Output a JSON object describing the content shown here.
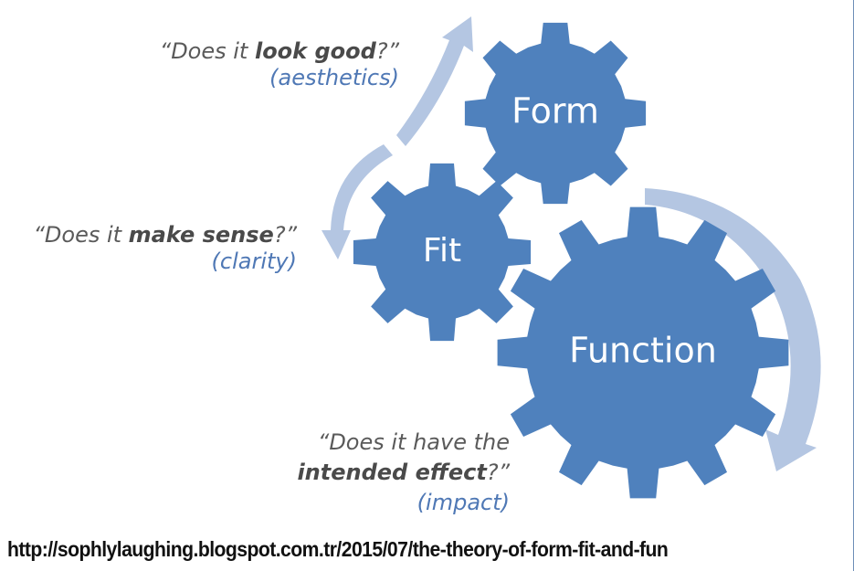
{
  "colors": {
    "gear_fill": "#4f81bd",
    "arrow_fill": "#b4c6e2",
    "question_text": "#5a5a5a",
    "sub_text": "#4f78b5"
  },
  "gears": [
    {
      "id": "form",
      "label": "Form"
    },
    {
      "id": "fit",
      "label": "Fit"
    },
    {
      "id": "function",
      "label": "Function"
    }
  ],
  "questions": {
    "form": {
      "prefix": "“Does it ",
      "emphasis": "look good",
      "suffix": "?”",
      "sub": "(aesthetics)"
    },
    "fit": {
      "prefix": "“Does it ",
      "emphasis": "make sense",
      "suffix": "?”",
      "sub": "(clarity)"
    },
    "function": {
      "line1": "“Does it have the",
      "emphasis": "intended effect",
      "suffix": "?”",
      "sub": "(impact)"
    }
  },
  "source_url": "http://sophlylaughing.blogspot.com.tr/2015/07/the-theory-of-form-fit-and-fun"
}
